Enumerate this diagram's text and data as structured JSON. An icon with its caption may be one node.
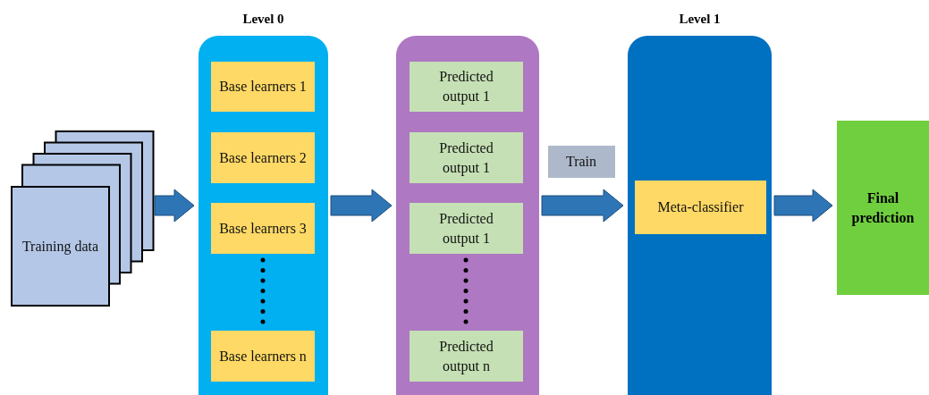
{
  "diagram": {
    "nodes": [
      {
        "text": [
          "Training data"
        ]
      },
      {
        "text": [
          "Level 0"
        ]
      },
      {
        "text": [
          "Base learners 1"
        ],
        "in": 1
      },
      {
        "text": [
          "Base learners 2"
        ],
        "in": 1
      },
      {
        "text": [
          "Base learners 3"
        ],
        "in": 1
      },
      {
        "text": [
          "Base learners n"
        ],
        "in": 1
      },
      {
        "text": [],
        "shape": "box"
      },
      {
        "text": [
          "Predicted output 1"
        ],
        "in": 6
      },
      {
        "text": [
          "Predicted output 1"
        ],
        "in": 6
      },
      {
        "text": [
          "Predicted output 1"
        ],
        "in": 6
      },
      {
        "text": [
          "Predicted output n"
        ],
        "in": 6
      },
      {
        "text": [
          "Level 1"
        ]
      },
      {
        "text": [
          "Meta-classifier"
        ],
        "in": 11
      },
      {
        "text": [
          "Final prediction"
        ]
      }
    ],
    "edges": [
      {
        "from": 0,
        "to": 1,
        "arrow": "to"
      },
      {
        "from": 1,
        "to": 6,
        "arrow": "to"
      },
      {
        "from": 6,
        "to": 11,
        "arrow": "to",
        "label": "Train"
      },
      {
        "from": 11,
        "to": 13,
        "arrow": "to"
      }
    ]
  }
}
